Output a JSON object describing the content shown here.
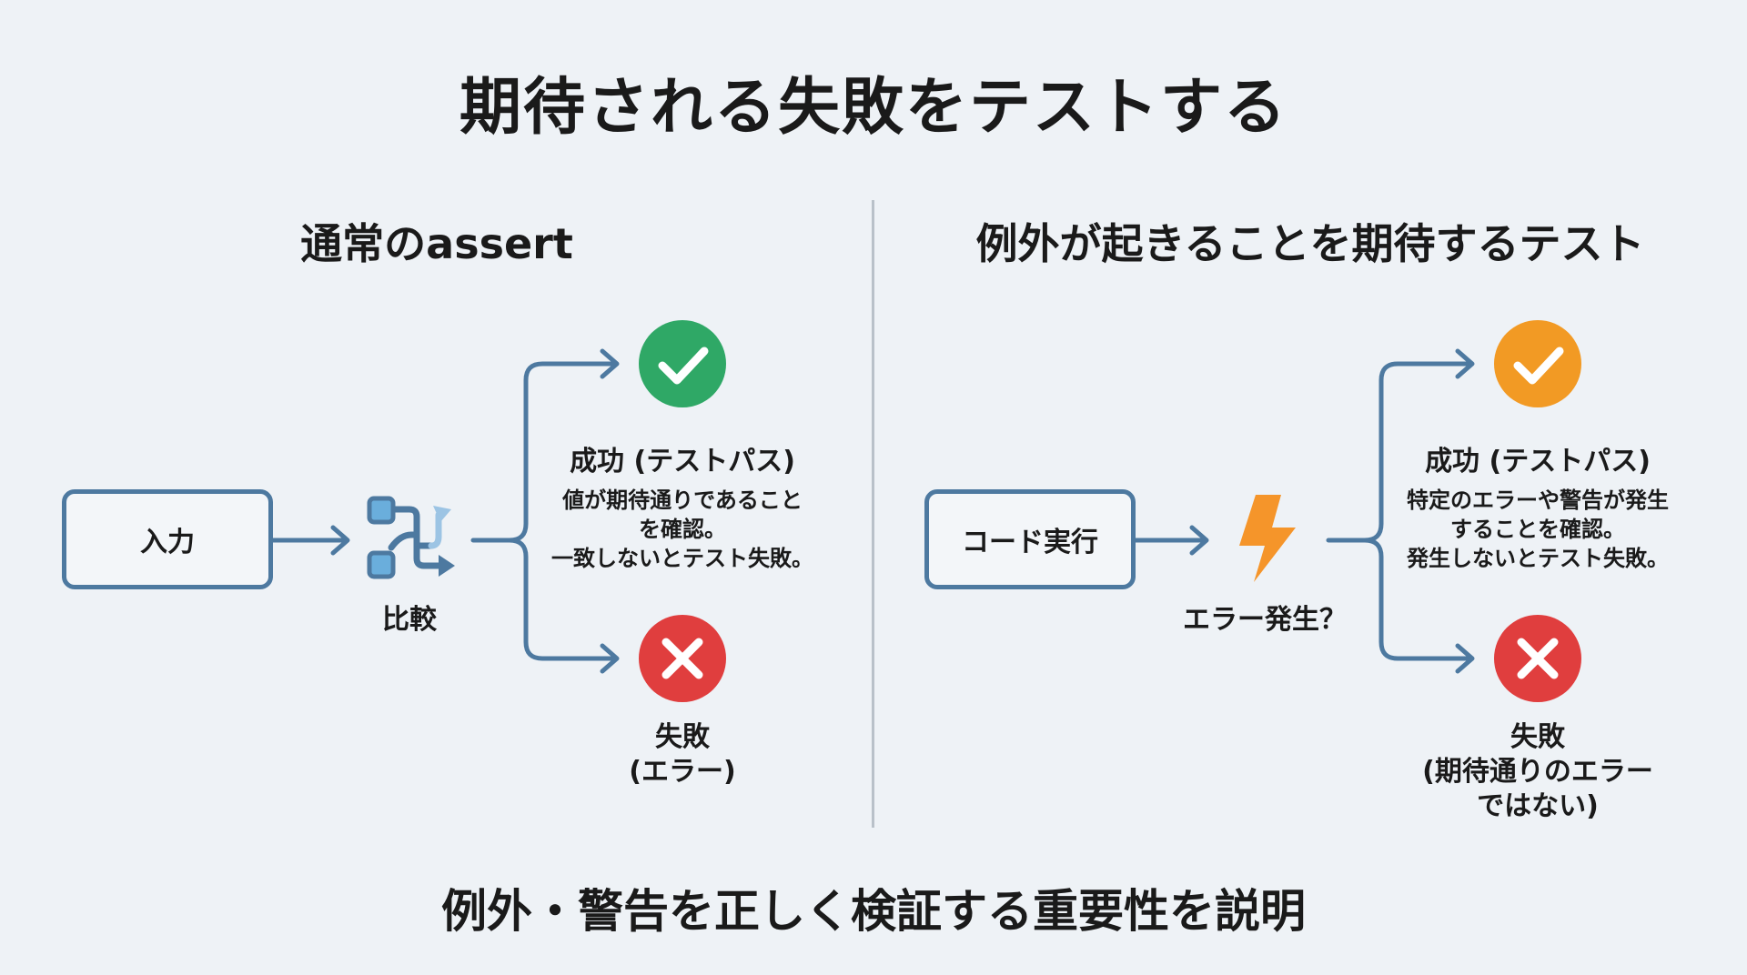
{
  "title": "期待される失敗をテストする",
  "footer": "例外・警告を正しく検証する重要性を説明",
  "colors": {
    "line": "#4d79a0",
    "success_green": "#2fa866",
    "success_orange": "#f29a24",
    "failure_red": "#e03e3e",
    "bolt_orange": "#f5952a",
    "divider": "#b9c1c9"
  },
  "left": {
    "heading": "通常のassert",
    "input_box": "入力",
    "process_label": "比較",
    "process_icon": "compare-branch-icon",
    "success": {
      "icon": "check-icon",
      "title": "成功 (テストパス)",
      "desc": [
        "値が期待通りであること",
        "を確認。",
        "一致しないとテスト失敗。"
      ]
    },
    "failure": {
      "icon": "cross-icon",
      "title_lines": [
        "失敗",
        "(エラー)"
      ]
    }
  },
  "right": {
    "heading": "例外が起きることを期待するテスト",
    "input_box": "コード実行",
    "process_label": "エラー発生？",
    "process_icon": "lightning-bolt-icon",
    "success": {
      "icon": "check-icon",
      "title": "成功 (テストパス)",
      "desc": [
        "特定のエラーや警告が発生",
        "することを確認。",
        "発生しないとテスト失敗。"
      ]
    },
    "failure": {
      "icon": "cross-icon",
      "title_lines": [
        "失敗",
        "(期待通りのエラー",
        "ではない)"
      ]
    }
  }
}
